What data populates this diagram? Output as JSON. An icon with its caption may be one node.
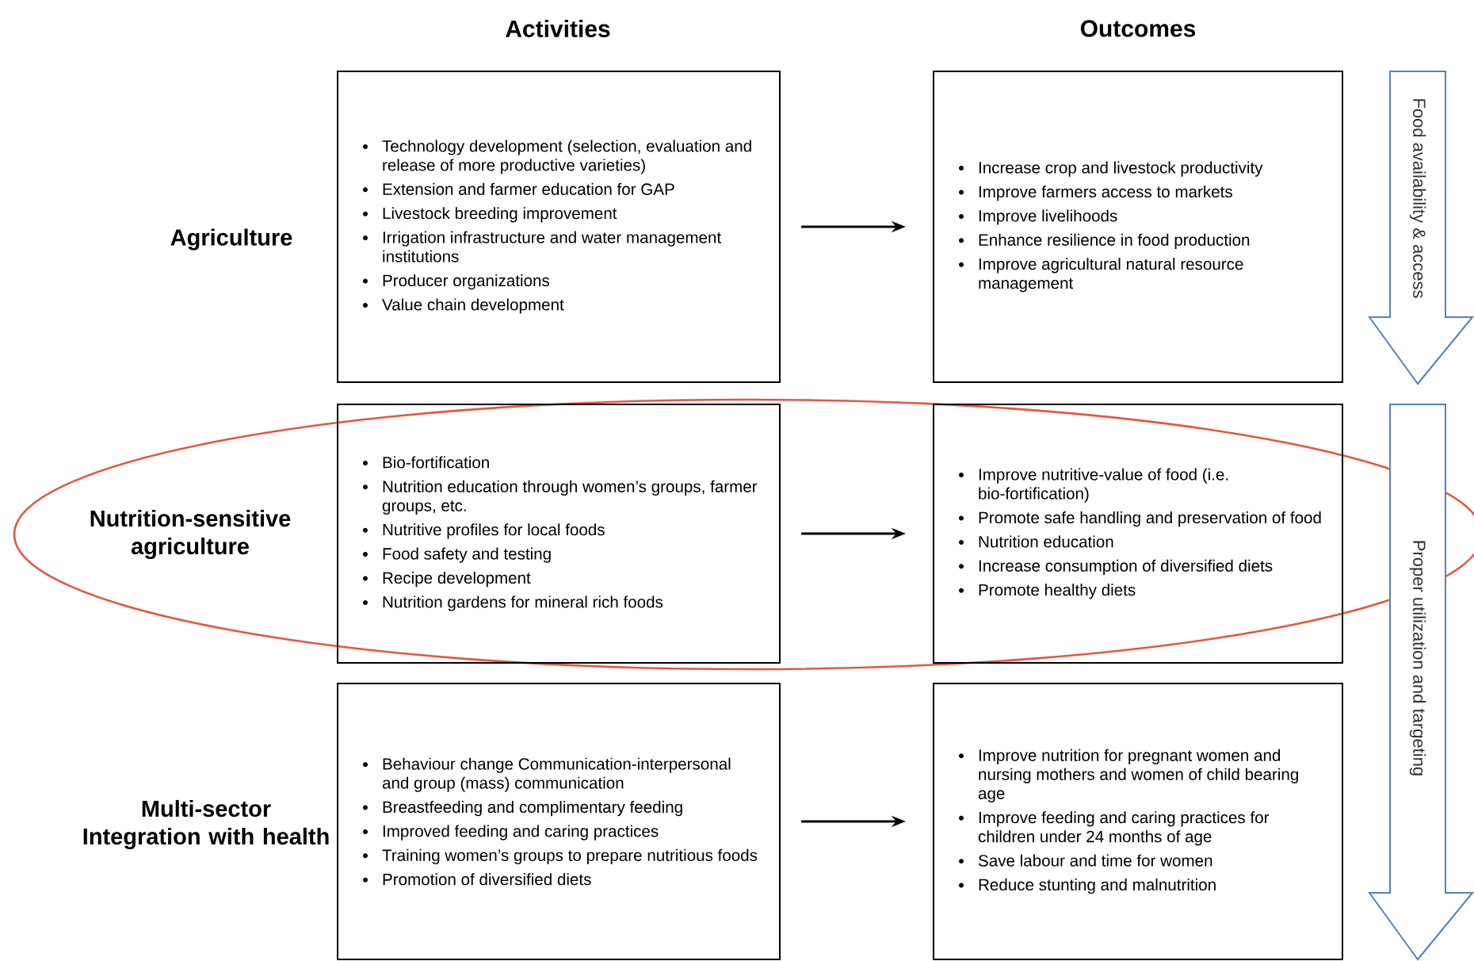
{
  "diagram": {
    "nodes": [
      {
        "text": [
          "Technology development (selection, evaluation and release of more productive varieties)",
          "Extension and farmer education for GAP",
          "Livestock breeding improvement",
          "Irrigation infrastructure and water management institutions",
          "Producer organizations",
          "Value chain development"
        ]
      },
      {
        "text": [
          "Increase crop and livestock productivity",
          "Improve farmers access to markets",
          "Improve livelihoods",
          "Enhance resilience in food production",
          "Improve agricultural natural resource management"
        ]
      },
      {
        "text": [
          "Food availability & access"
        ]
      },
      {
        "text": [
          "Bio-fortification",
          "Nutrition education through women’s groups, farmer groups, etc.",
          "Nutritive profiles for local foods",
          "Food safety and testing",
          "Recipe development",
          "Nutrition gardens for mineral rich foods"
        ]
      },
      {
        "text": [
          "Improve nutritive-value of food (i.e. bio-fortification)",
          "Promote safe handling and preservation of food",
          "Nutrition education",
          "Increase consumption of diversified diets",
          "Promote healthy diets"
        ]
      },
      {
        "text": [
          "Proper utilization and targeting"
        ]
      },
      {
        "text": [
          "Behaviour change Communication-interpersonal and group (mass) communication",
          "Breastfeeding and complimentary feeding",
          "Improved feeding and caring practices",
          "Training women’s groups to prepare nutritious foods",
          "Promotion of diversified diets"
        ]
      },
      {
        "text": [
          "Improve nutrition for pregnant women and nursing mothers and women of child bearing age",
          "Improve feeding and caring practices for children under 24 months of age",
          "Save labour and time for women",
          "Reduce stunting and malnutrition"
        ]
      }
    ],
    "edges": [
      {
        "from": 0,
        "to": 1,
        "arrow": "to"
      },
      {
        "from": 3,
        "to": 4,
        "arrow": "to"
      },
      {
        "from": 6,
        "to": 7,
        "arrow": "to"
      }
    ],
    "labels": [
      "Activities",
      "Outcomes",
      "Agriculture",
      "Nutrition-sensitive agriculture",
      "Multi-sector Integration with health"
    ]
  }
}
